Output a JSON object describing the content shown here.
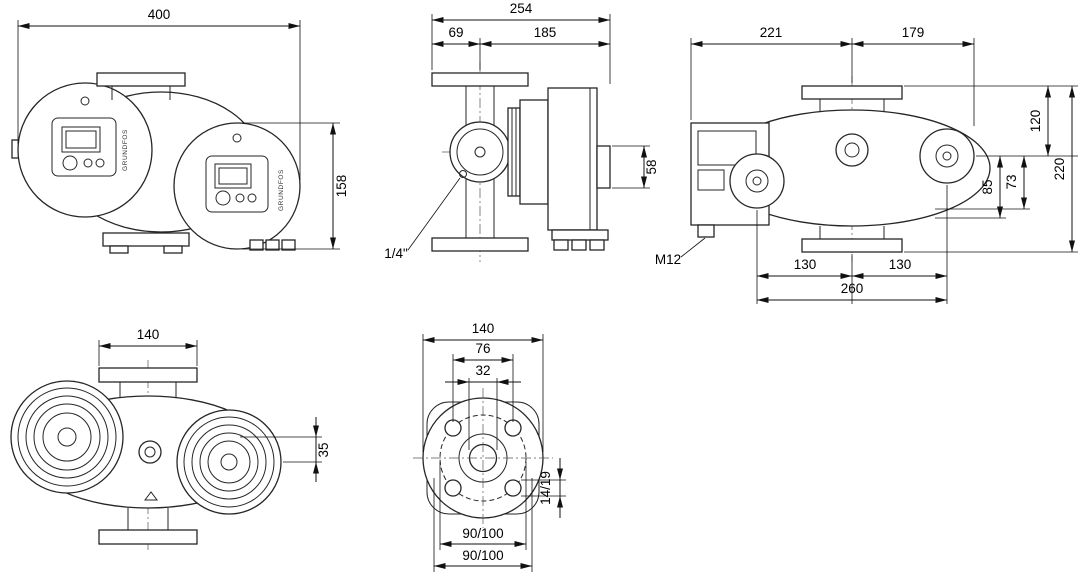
{
  "brand": "GRUNDFOS",
  "views": {
    "front": {
      "width": "400",
      "height": "158"
    },
    "side": {
      "total": "254",
      "front_to_axis": "69",
      "axis_to_back": "185",
      "box_height": "58",
      "port": "1/4\""
    },
    "rear": {
      "axis_to_left": "221",
      "axis_to_right": "179",
      "top_to_axis": "120",
      "overall_height": "220",
      "axis_to_clamp": "73",
      "axis_to_bottom": "85",
      "bolt": "M12",
      "bolt_left": "130",
      "bolt_right": "130",
      "bolt_span": "260"
    },
    "top": {
      "flange_width": "140",
      "axis_offset": "35"
    },
    "flange": {
      "overall": "140",
      "hole_span": "76",
      "bore": "32",
      "hole_dia": "14/19",
      "pitch_circle": "90/100",
      "pitch_circle2": "90/100"
    }
  }
}
